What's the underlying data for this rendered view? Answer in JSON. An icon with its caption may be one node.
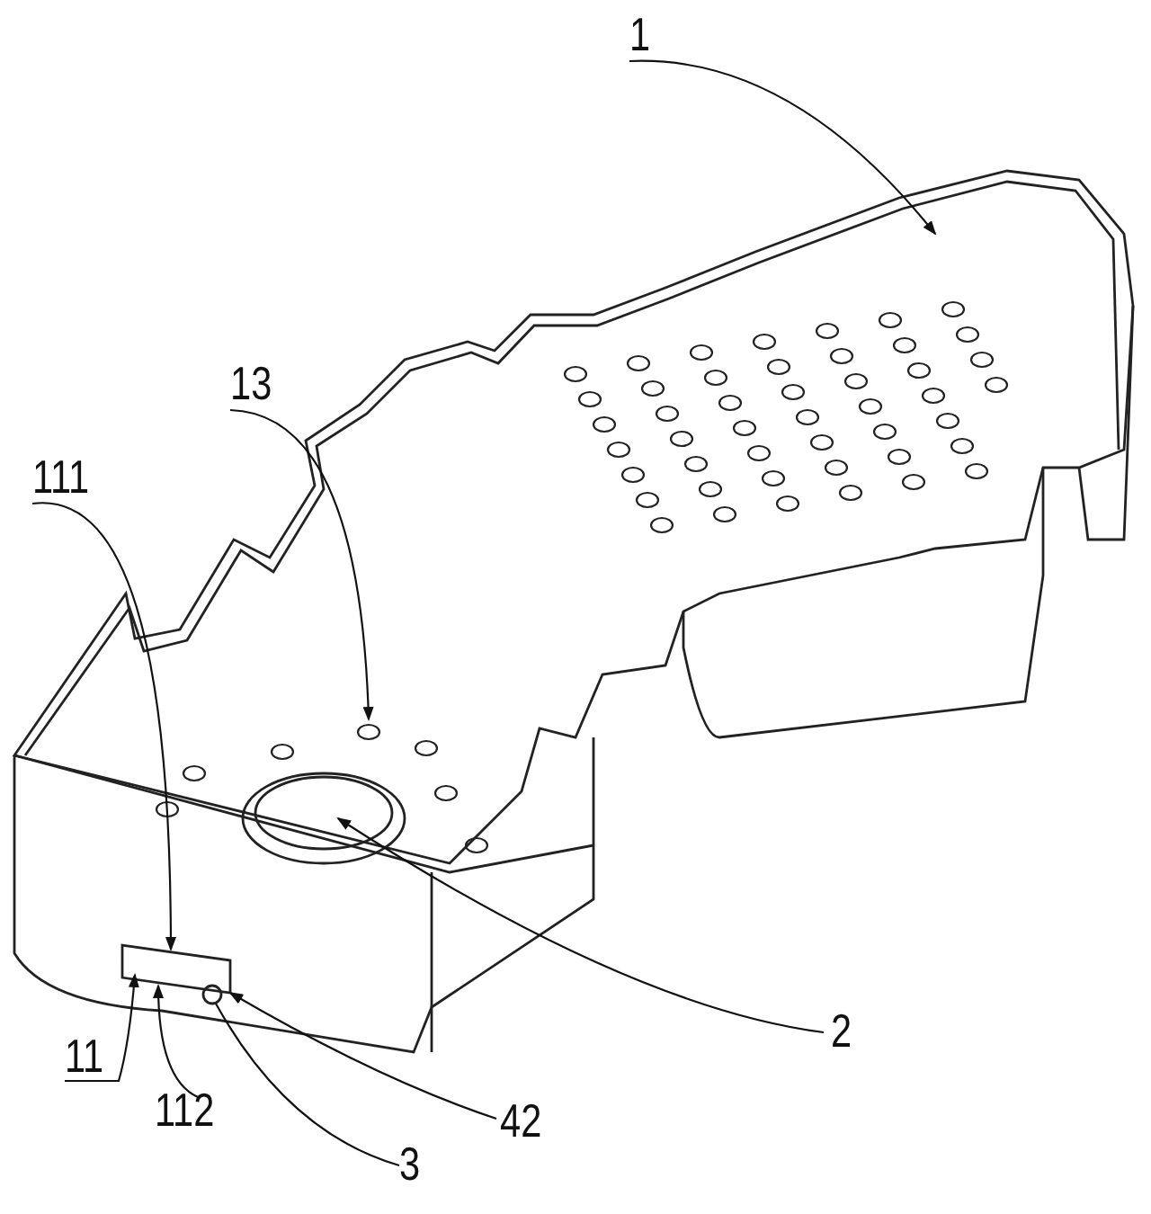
{
  "diagram": {
    "nodes": [
      {
        "text": [
          "1"
        ]
      },
      {
        "text": [
          "13"
        ]
      },
      {
        "text": [
          "111"
        ]
      },
      {
        "text": [
          "2"
        ]
      },
      {
        "text": [
          "11"
        ]
      },
      {
        "text": [
          "112"
        ]
      },
      {
        "text": [
          "42"
        ]
      },
      {
        "text": [
          "3"
        ]
      }
    ],
    "edges": [
      {
        "from": 0,
        "to": null,
        "arrow": "to"
      },
      {
        "from": 1,
        "to": null,
        "arrow": "to"
      },
      {
        "from": 2,
        "to": null,
        "arrow": "to"
      },
      {
        "from": 3,
        "to": null,
        "arrow": "to"
      },
      {
        "from": 4,
        "to": null,
        "arrow": "to"
      },
      {
        "from": 5,
        "to": null,
        "arrow": "to"
      },
      {
        "from": 6,
        "to": null,
        "arrow": "to"
      },
      {
        "from": 7,
        "to": null,
        "arrow": "none"
      }
    ]
  }
}
